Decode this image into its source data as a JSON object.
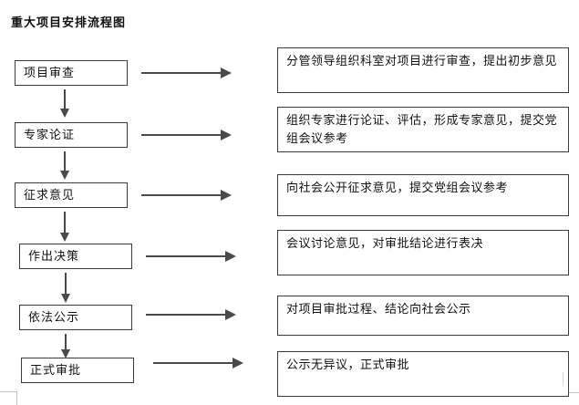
{
  "title": "重大项目安排流程图",
  "steps": [
    {
      "label": "项目审查",
      "desc": "分管领导组织科室对项目进行审查，提出初步意见"
    },
    {
      "label": "专家论证",
      "desc": "组织专家进行论证、评估，形成专家意见，提交党组会议参考"
    },
    {
      "label": "征求意见",
      "desc": "向社会公开征求意见，提交党组会议参考"
    },
    {
      "label": "作出决策",
      "desc": "会议讨论意见，对审批结论进行表决"
    },
    {
      "label": "依法公示",
      "desc": "对项目审批过程、结论向社会公示"
    },
    {
      "label": "正式审批",
      "desc": "公示无异议，正式审批"
    }
  ],
  "colors": {
    "arrow": "#4a4a4a",
    "box_border": "#3a3a3a",
    "background": "#ffffff",
    "text": "#111111"
  }
}
